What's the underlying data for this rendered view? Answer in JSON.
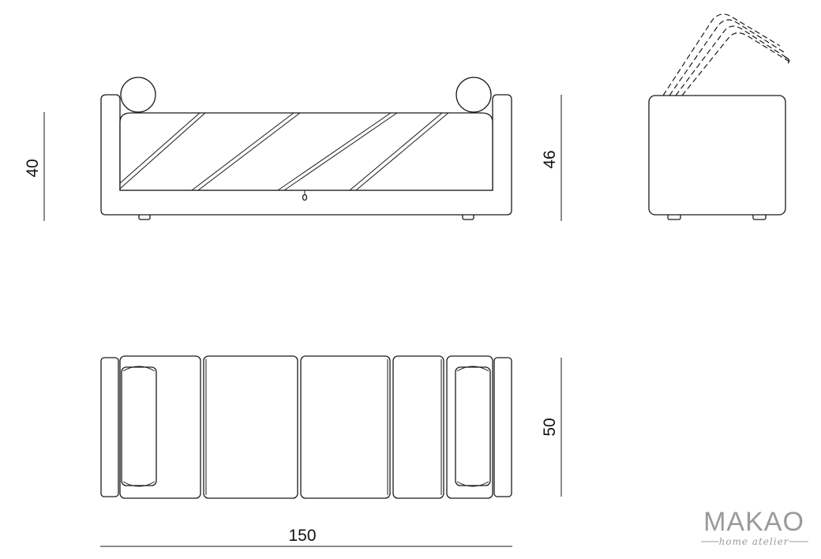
{
  "dimensions": {
    "front_height": "40",
    "front_total_height": "46",
    "top_depth": "50",
    "top_width": "150"
  },
  "logo": {
    "brand": "MAKAO",
    "tagline": "home atelier",
    "color": "#9a9a9a"
  },
  "line_color": "#1a1a1a"
}
